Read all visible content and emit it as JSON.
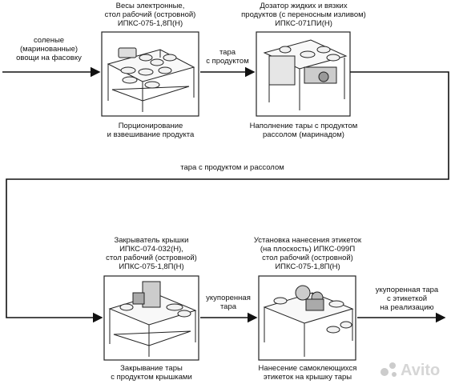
{
  "diagram": {
    "input_label": [
      "соленые",
      "(маринованные)",
      "овощи на фасовку"
    ],
    "stage1": {
      "equipment": [
        "Весы электронные,",
        "стол рабочий (островной)",
        "ИПКС-075-1,8П(Н)"
      ],
      "caption": [
        "Порционирование",
        "и взвешивание продукта"
      ]
    },
    "arrow1_label": [
      "тара",
      "с продуктом"
    ],
    "stage2": {
      "equipment": [
        "Дозатор жидких и вязких",
        "продуктов (с переносным изливом)",
        "ИПКС-071ПИ(Н)"
      ],
      "caption": [
        "Наполнение тары с продуктом",
        "рассолом (маринадом)"
      ]
    },
    "return_label": "тара с продуктом и рассолом",
    "stage3": {
      "equipment": [
        "Закрыватель крышки",
        "ИПКС-074-032(Н),",
        "стол рабочий (островной)",
        "ИПКС-075-1,8П(Н)"
      ],
      "caption": [
        "Закрывание тары",
        "с продуктом крышками"
      ]
    },
    "arrow3_label": [
      "укупоренная",
      "тара"
    ],
    "stage4": {
      "equipment": [
        "Установка нанесения этикеток",
        "(на плоскость) ИПКС-099П",
        "стол рабочий (островной)",
        "ИПКС-075-1,8П(Н)"
      ],
      "caption": [
        "Нанесение самоклеющихся",
        "этикеток на крышку тары"
      ]
    },
    "output_label": [
      "укупоренная тара",
      "с этикеткой",
      "на реализацию"
    ],
    "watermark": "Avito"
  }
}
